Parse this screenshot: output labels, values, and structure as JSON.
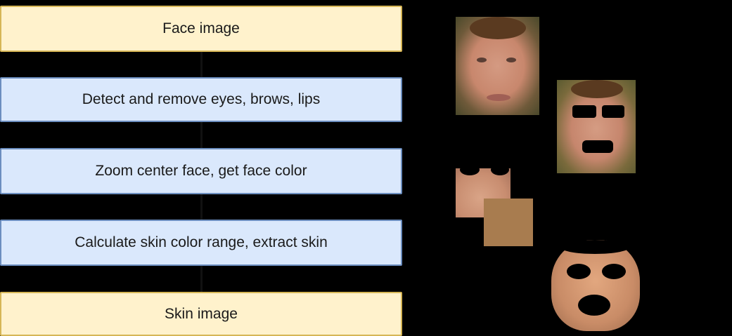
{
  "flow": {
    "steps": [
      {
        "label": "Face image",
        "kind": "io"
      },
      {
        "label": "Detect and remove eyes, brows, lips",
        "kind": "process"
      },
      {
        "label": "Zoom center face, get face color",
        "kind": "process"
      },
      {
        "label": "Calculate skin color range, extract skin",
        "kind": "process"
      },
      {
        "label": "Skin image",
        "kind": "io"
      }
    ]
  },
  "colors": {
    "io_fill": "#fff2cc",
    "io_border": "#d6b656",
    "process_fill": "#dae8fc",
    "process_border": "#6c8ebf",
    "background": "#000000",
    "face_color_swatch": "#a87c4f"
  }
}
